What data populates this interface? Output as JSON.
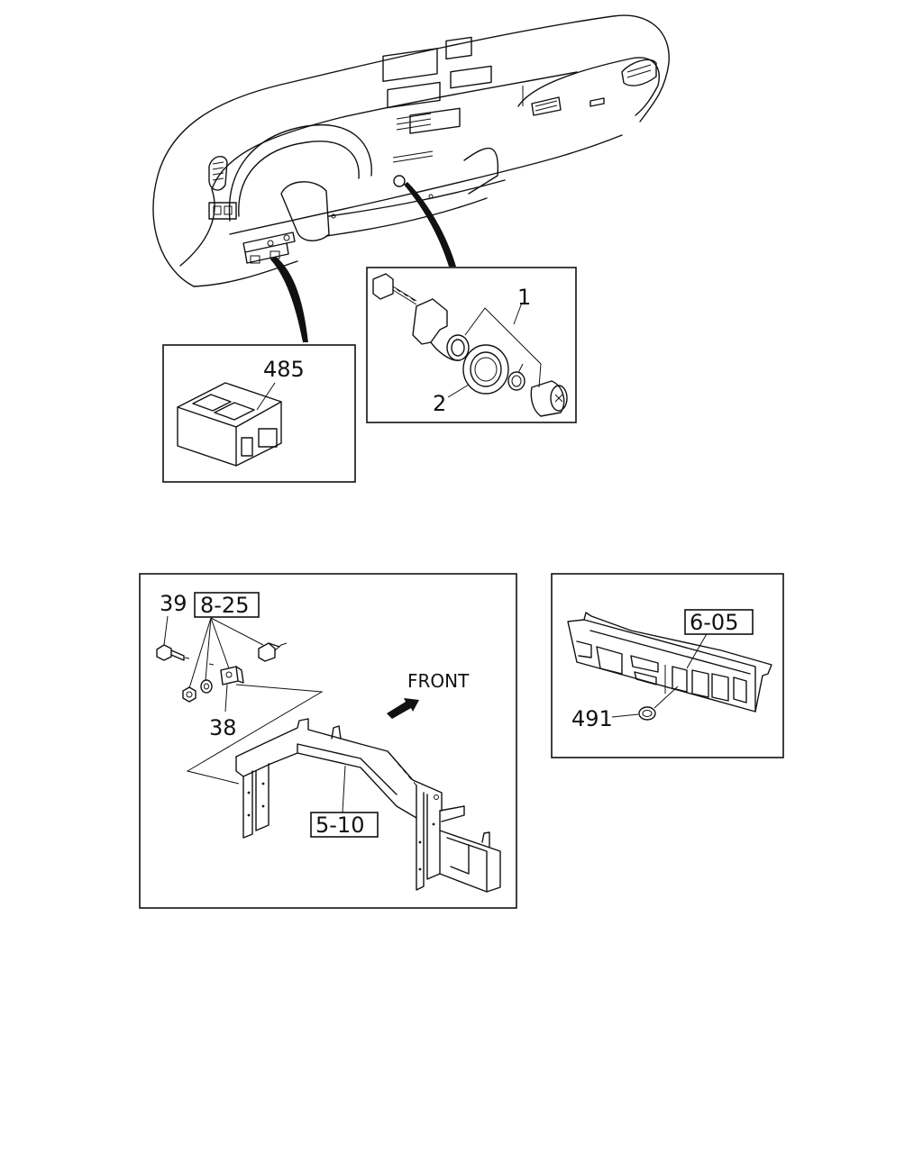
{
  "labels": {
    "switch_assembly": "1",
    "bezel": "2",
    "control_unit": "485",
    "bolt": "39",
    "ref_bracket": "8-25",
    "bracket": "38",
    "front": "FRONT",
    "ref_frame": "5-10",
    "ref_panel": "6-05",
    "grommet": "491"
  }
}
